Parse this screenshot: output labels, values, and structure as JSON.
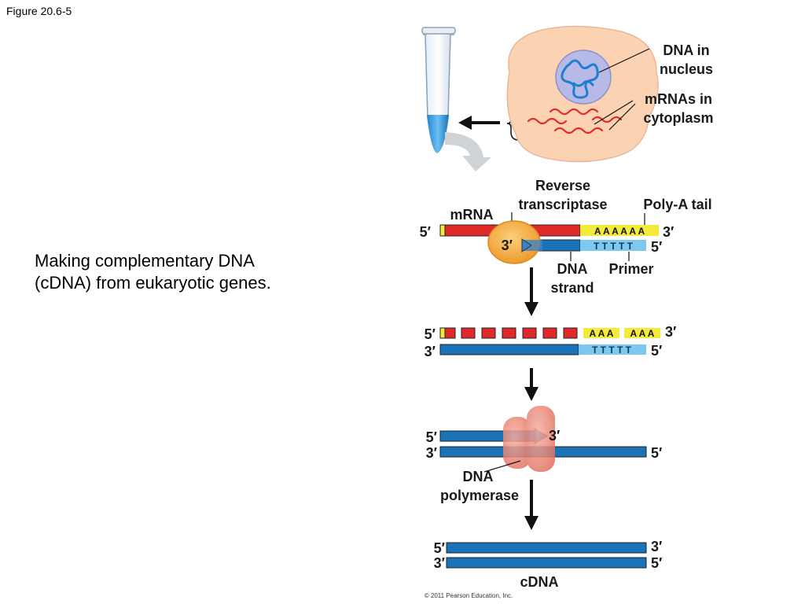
{
  "figure_label": "Figure 20.6-5",
  "caption": {
    "line1": "Making complementary DNA",
    "line2": "(cDNA) from eukaryotic genes."
  },
  "cell": {
    "dna_in_nucleus": [
      "DNA in",
      "nucleus"
    ],
    "mrnas_in_cytoplasm": [
      "mRNAs in",
      "cytoplasm"
    ]
  },
  "step1": {
    "reverse_transcriptase": [
      "Reverse",
      "transcriptase"
    ],
    "poly_a_tail": "Poly-A tail",
    "mrna": "mRNA",
    "poly_a_seq": "A A A A A A",
    "primer_seq": "T T T T T",
    "dna_strand": [
      "DNA",
      "strand"
    ],
    "primer": "Primer"
  },
  "step2": {
    "poly_a_seq_1": "A A A",
    "poly_a_seq_2": "A A A",
    "primer_seq": "T T T T T"
  },
  "step3": {
    "dna_polymerase": [
      "DNA",
      "polymerase"
    ]
  },
  "step4": {
    "cdna": "cDNA"
  },
  "ends": {
    "five": "5′",
    "three": "3′"
  },
  "copyright": "© 2011 Pearson Education, Inc.",
  "colors": {
    "mrna_red": "#e02a2a",
    "poly_a_yellow": "#f3ea3a",
    "dna_blue": "#1a73b8",
    "primer_lightblue": "#7cc8ee",
    "cell_fill": "#fbd3b2",
    "nucleus_fill": "#b7b9e6",
    "enzyme_orange": "#f2a33a",
    "polymerase_pink": "#ee8a7a",
    "arrow_black": "#111111",
    "arrow_gray": "#cfd3d8"
  }
}
